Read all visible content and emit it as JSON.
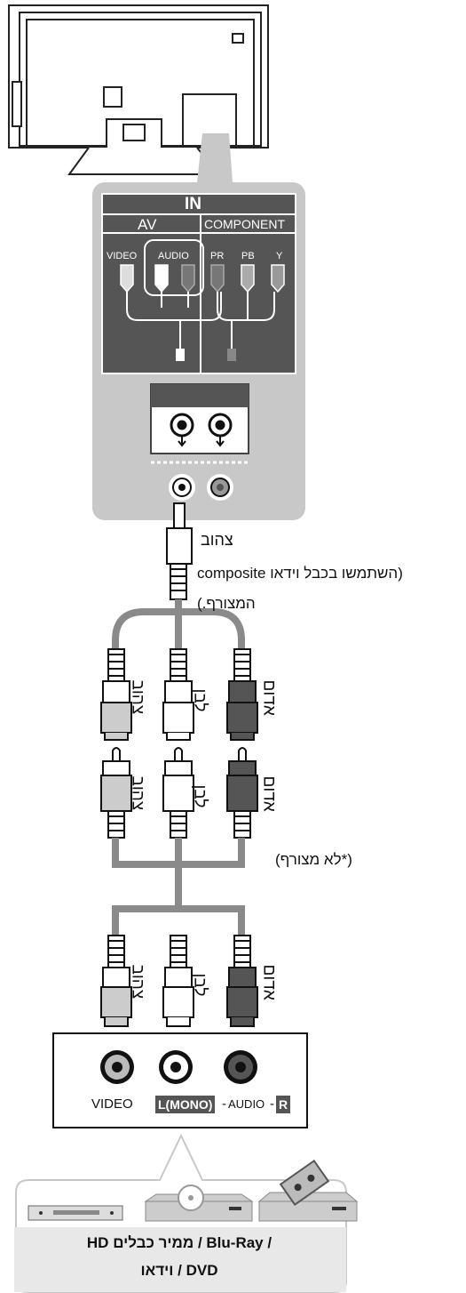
{
  "panel": {
    "in_label": "IN",
    "av_label": "AV",
    "component_label": "COMPONENT",
    "video_label": "VIDEO",
    "audio_label": "AUDIO",
    "pr_label": "PR",
    "pb_label": "PB",
    "y_label": "Y"
  },
  "cable": {
    "yellow_label": "צהוב",
    "note_line1": "(השתמשו בכבל וידאו composite",
    "note_line2": "המצורף.)",
    "not_supplied_note": "(*לא מצורף)"
  },
  "plug_colors": {
    "yellow": "צהוב",
    "white": "לבן",
    "red": "אדום"
  },
  "device": {
    "video_label": "VIDEO",
    "l_mono_label": "L(MONO)",
    "audio_label": "AUDIO",
    "r_label": "R",
    "caption_line1": "/ Blu-Ray / ממיר כבלים HD",
    "caption_line2": "DVD / וידאו"
  },
  "colors": {
    "panel_bg": "#c8c8c8",
    "panel_dark": "#555555",
    "cable_gray": "#8a8a8a",
    "red_plug": "#555555",
    "yellow_plug": "#bdbdbd",
    "white_plug": "#ffffff"
  }
}
